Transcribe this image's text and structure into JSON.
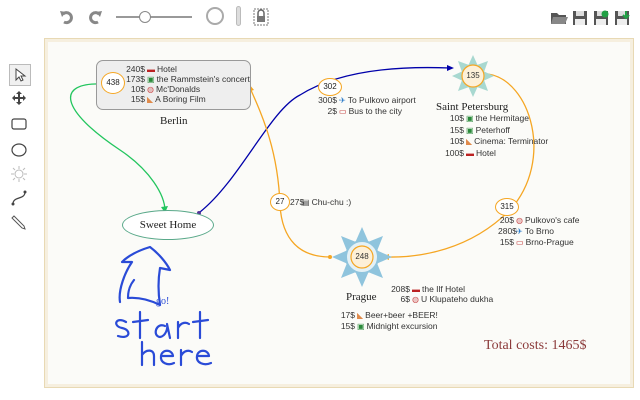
{
  "toolbar": {
    "undo_icon": "undo-icon",
    "redo_icon": "redo-icon",
    "zoom_slider_value": 0.35
  },
  "tools": [
    "pointer-icon",
    "move-icon",
    "rectangle-icon",
    "ellipse-icon",
    "sun-icon",
    "connector-icon",
    "pencil-icon"
  ],
  "nodes": {
    "berlin": {
      "count": "438",
      "label": "Berlin",
      "items": [
        {
          "cost": "240$",
          "icon": "bed-icon",
          "text": "Hotel"
        },
        {
          "cost": "173$",
          "icon": "money-icon",
          "text": "the Rammstein's concert"
        },
        {
          "cost": "10$",
          "icon": "food-icon",
          "text": "Mc'Donalds"
        },
        {
          "cost": "15$",
          "icon": "cinema-icon",
          "text": "A Boring Film"
        }
      ]
    },
    "home": {
      "label": "Sweet Home"
    },
    "spb": {
      "count": "135",
      "label": "Saint Petersburg",
      "items": [
        {
          "cost": "10$",
          "icon": "money-icon",
          "text": "the Hermitage"
        },
        {
          "cost": "15$",
          "icon": "money-icon",
          "text": "Peterhoff"
        },
        {
          "cost": "10$",
          "icon": "cinema-icon",
          "text": "Cinema: Terminator"
        },
        {
          "cost": "100$",
          "icon": "bed-icon",
          "text": "Hotel"
        }
      ]
    },
    "prague": {
      "count": "248",
      "label": "Prague",
      "items": [
        {
          "cost": "208$",
          "icon": "bed-icon",
          "text": "the Ilf Hotel"
        },
        {
          "cost": "6$",
          "icon": "food-icon",
          "text": "U Klupateho dukha"
        },
        {
          "cost": "17$",
          "icon": "cinema-icon",
          "text": "Beer+beer +BEER!"
        },
        {
          "cost": "15$",
          "icon": "money-icon",
          "text": "Midnight excursion"
        }
      ]
    }
  },
  "edges": {
    "berlin_spb": {
      "count": "302",
      "items": [
        {
          "cost": "300$",
          "icon": "plane-icon",
          "text": "To Pulkovo airport"
        },
        {
          "cost": "2$",
          "icon": "bus-icon",
          "text": "Bus to the city"
        }
      ]
    },
    "spb_prague": {
      "count": "315",
      "items": [
        {
          "cost": "20$",
          "icon": "food-icon",
          "text": "Pulkovo's cafe"
        },
        {
          "cost": "280$",
          "icon": "plane-icon",
          "text": "To Brno"
        },
        {
          "cost": "15$",
          "icon": "bus-icon",
          "text": "Brno-Prague"
        }
      ]
    },
    "prague_berlin": {
      "count": "27",
      "items": [
        {
          "cost": "27$",
          "icon": "train-icon",
          "text": "Chu-chu :)"
        }
      ]
    }
  },
  "handwriting": {
    "go": "go!",
    "start": "Start",
    "here": "here"
  },
  "total": "Total costs: 1465$",
  "colors": {
    "berlin_edge": "#22c55e",
    "blue_edge": "#0000aa",
    "orange_edge": "#f5a623",
    "total": "#8b3a3a"
  }
}
